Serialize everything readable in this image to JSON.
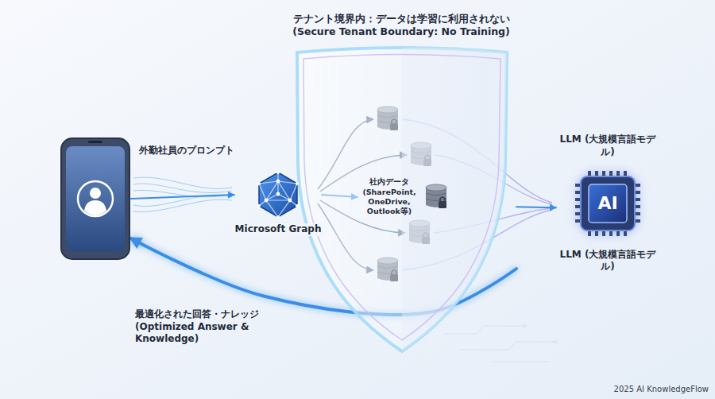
{
  "diagram": {
    "nodes": [
      {
        "text": [
          "外勤社員のプロンプト"
        ]
      },
      {
        "text": [
          "テナント境界内：データは学習に利用されない (Secure Tenant Boundary: No Training)"
        ]
      },
      {
        "text": [
          "Microsoft Graph"
        ]
      },
      {
        "text": [
          "社内データ (SharePoint, OneDrive, Outlook等)"
        ],
        "in": 1
      },
      {
        "text": [
          "LLM (大規模言語モデル)",
          "AI",
          "LLM (大規模言語モデル)"
        ]
      }
    ],
    "edges": [
      {
        "from": 0,
        "to": 2,
        "arrow": "to"
      },
      {
        "from": 2,
        "to": 3,
        "arrow": "to"
      },
      {
        "from": 1,
        "to": 4,
        "arrow": "to"
      },
      {
        "from": 1,
        "to": 0,
        "label": "最適化された回答・ナレッジ (Optimized Answer & Knowledge)",
        "arrow": "to"
      }
    ],
    "labels": [
      "2025 AI KnowledgeFlow"
    ]
  }
}
